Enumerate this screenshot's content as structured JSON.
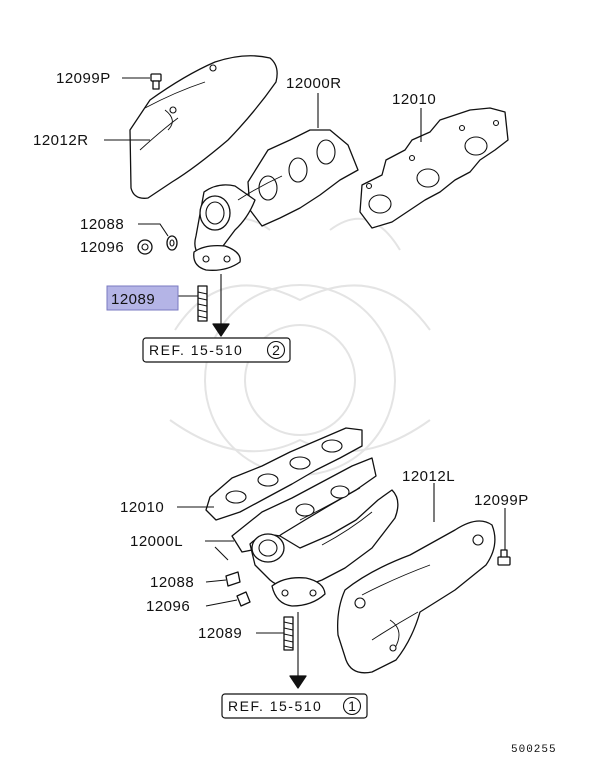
{
  "labels": {
    "p12099p_top": "12099P",
    "p12012r": "12012R",
    "p12000r": "12000R",
    "p12010_top": "12010",
    "p12088_top": "12088",
    "p12096_top": "12096",
    "p12089_top": "12089",
    "p12010_bottom": "12010",
    "p12012l": "12012L",
    "p12099p_bottom": "12099P",
    "p12000l": "12000L",
    "p12088_bottom": "12088",
    "p12096_bottom": "12096",
    "p12089_bottom": "12089"
  },
  "references": {
    "top_text": "REF. 15-510",
    "top_num": "2",
    "bottom_text": "REF. 15-510",
    "bottom_num": "1"
  },
  "diagram_code": "500255",
  "colors": {
    "highlight": "#b4b4e6",
    "line": "#111111",
    "watermark": "#e4e4e4"
  },
  "highlighted_part": "12089"
}
